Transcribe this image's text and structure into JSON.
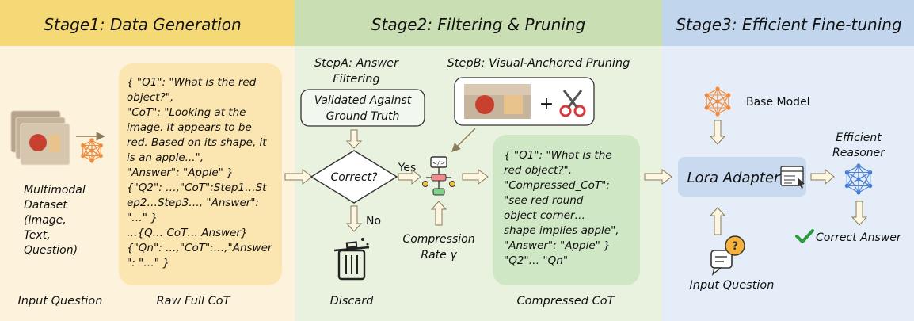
{
  "stages": [
    {
      "title": "Stage1: Data Generation",
      "header_color": "#f6d977",
      "body_color": "#fdf3dc"
    },
    {
      "title": "Stage2: Filtering & Pruning",
      "header_color": "#c9dfb3",
      "body_color": "#e9f2df"
    },
    {
      "title": "Stage3: Efficient Fine-tuning",
      "header_color": "#c1d5ec",
      "body_color": "#e5eef8"
    }
  ],
  "stage1": {
    "input_label": [
      "Multimodal",
      "Dataset",
      "(Image,",
      "Text,",
      "Question)"
    ],
    "raw_cot_lines": [
      "{ \"Q1\": \"What is the red",
      "object?\",",
      "\"CoT\": \"Looking at the",
      "image. It appears to be",
      "red. Based on its shape, it",
      "is an apple...\",",
      "\"Answer\": \"Apple\" }",
      "{\"Q2\": …,\"CoT\":Step1…St",
      "ep2…Step3…, \"Answer\":",
      "\"…\" }",
      "…{Q… CoT… Answer}",
      "{\"Qn\": …,\"CoT\":…,\"Answer",
      "\": \"…\" }"
    ],
    "caption_input": "Input Question",
    "caption_raw": "Raw Full CoT"
  },
  "stage2": {
    "stepA_title": [
      "StepA: Answer",
      "Filtering"
    ],
    "validated": [
      "Validated Against",
      "Ground Truth"
    ],
    "decision": "Correct?",
    "yes": "Yes",
    "no": "No",
    "discard": "Discard",
    "stepB_title": "StepB: Visual-Anchored Pruning",
    "plus": "+",
    "compression": [
      "Compression",
      "Rate γ"
    ],
    "compressed_lines": [
      "{ \"Q1\": \"What is the",
      "red object?\",",
      "\"Compressed_CoT\":",
      "\"see red round",
      "object corner…",
      "shape implies apple\",",
      "\"Answer\": \"Apple\" }",
      "\"Q2\"… \"Qn\""
    ],
    "caption_compressed": "Compressed CoT"
  },
  "stage3": {
    "base_model": "Base Model",
    "lora": "Lora Adapter",
    "efficient": [
      "Efficient",
      "Reasoner"
    ],
    "correct_answer": "Correct Answer",
    "input_question": "Input Question"
  },
  "colors": {
    "network": "#f08a3c",
    "network_blue": "#4a7fd6",
    "arrow_fill": "#fdf6e3",
    "arrow_stroke": "#8a7a55",
    "check": "#2e9a3e",
    "lora_box": "#c9daf0",
    "cot_box": "#fbe5b0",
    "compressed_box": "#cfe7c4"
  }
}
